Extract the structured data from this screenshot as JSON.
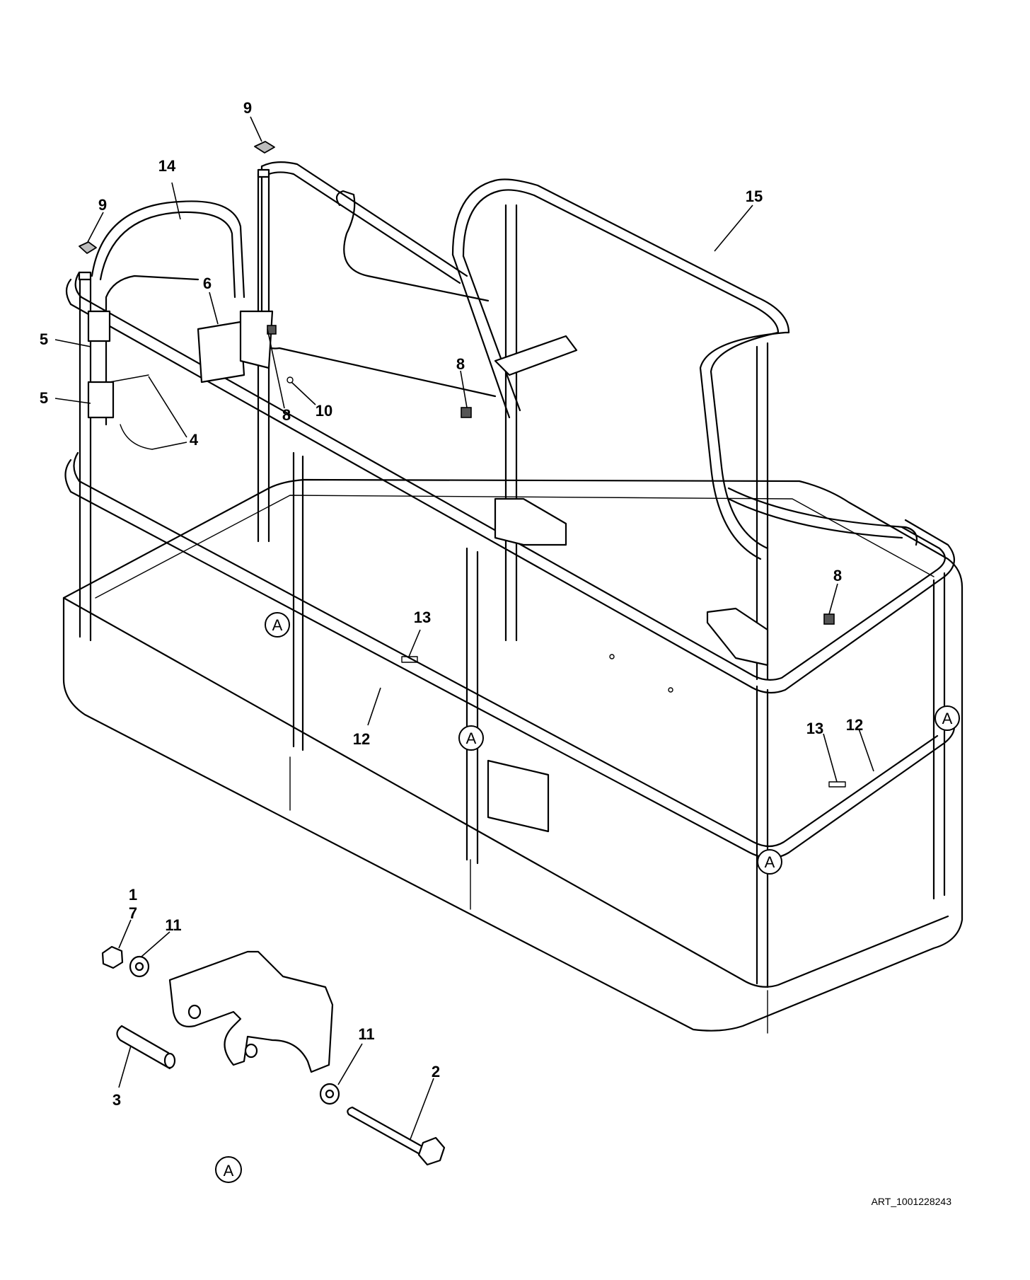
{
  "callouts": {
    "c1": "1",
    "c7": "7",
    "c2": "2",
    "c3": "3",
    "c4": "4",
    "c5a": "5",
    "c5b": "5",
    "c6": "6",
    "c8a": "8",
    "c8b": "8",
    "c8c": "8",
    "c9a": "9",
    "c9b": "9",
    "c10": "10",
    "c11a": "11",
    "c11b": "11",
    "c12a": "12",
    "c12b": "12",
    "c13a": "13",
    "c13b": "13",
    "c14": "14",
    "c15": "15"
  },
  "detail_label": "A",
  "art_id": "ART_1001228243"
}
